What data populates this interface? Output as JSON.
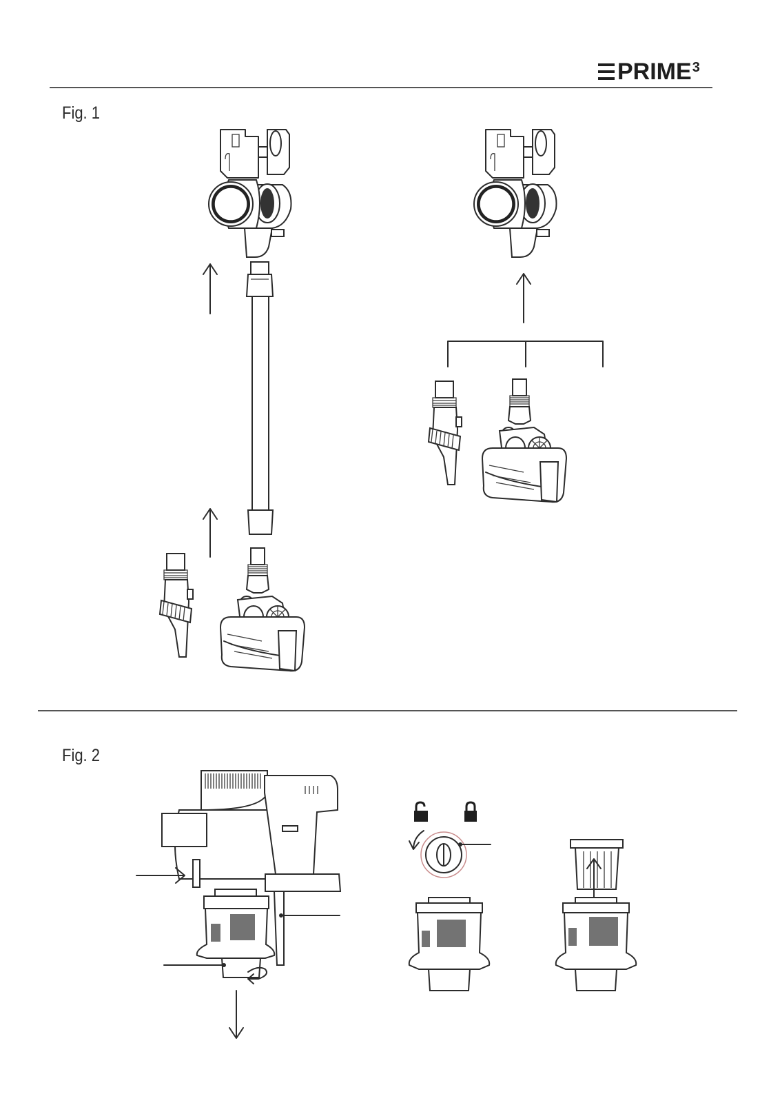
{
  "header": {
    "brand": "PRIME",
    "brand_superscript": "3"
  },
  "figures": [
    {
      "label": "Fig. 1"
    },
    {
      "label": "Fig. 2"
    }
  ],
  "icons": {
    "logo": "prime3-logo",
    "unlock": "unlock-icon",
    "lock": "lock-icon",
    "arrow": "arrow-icon",
    "rotate": "rotate-arrow-icon"
  }
}
